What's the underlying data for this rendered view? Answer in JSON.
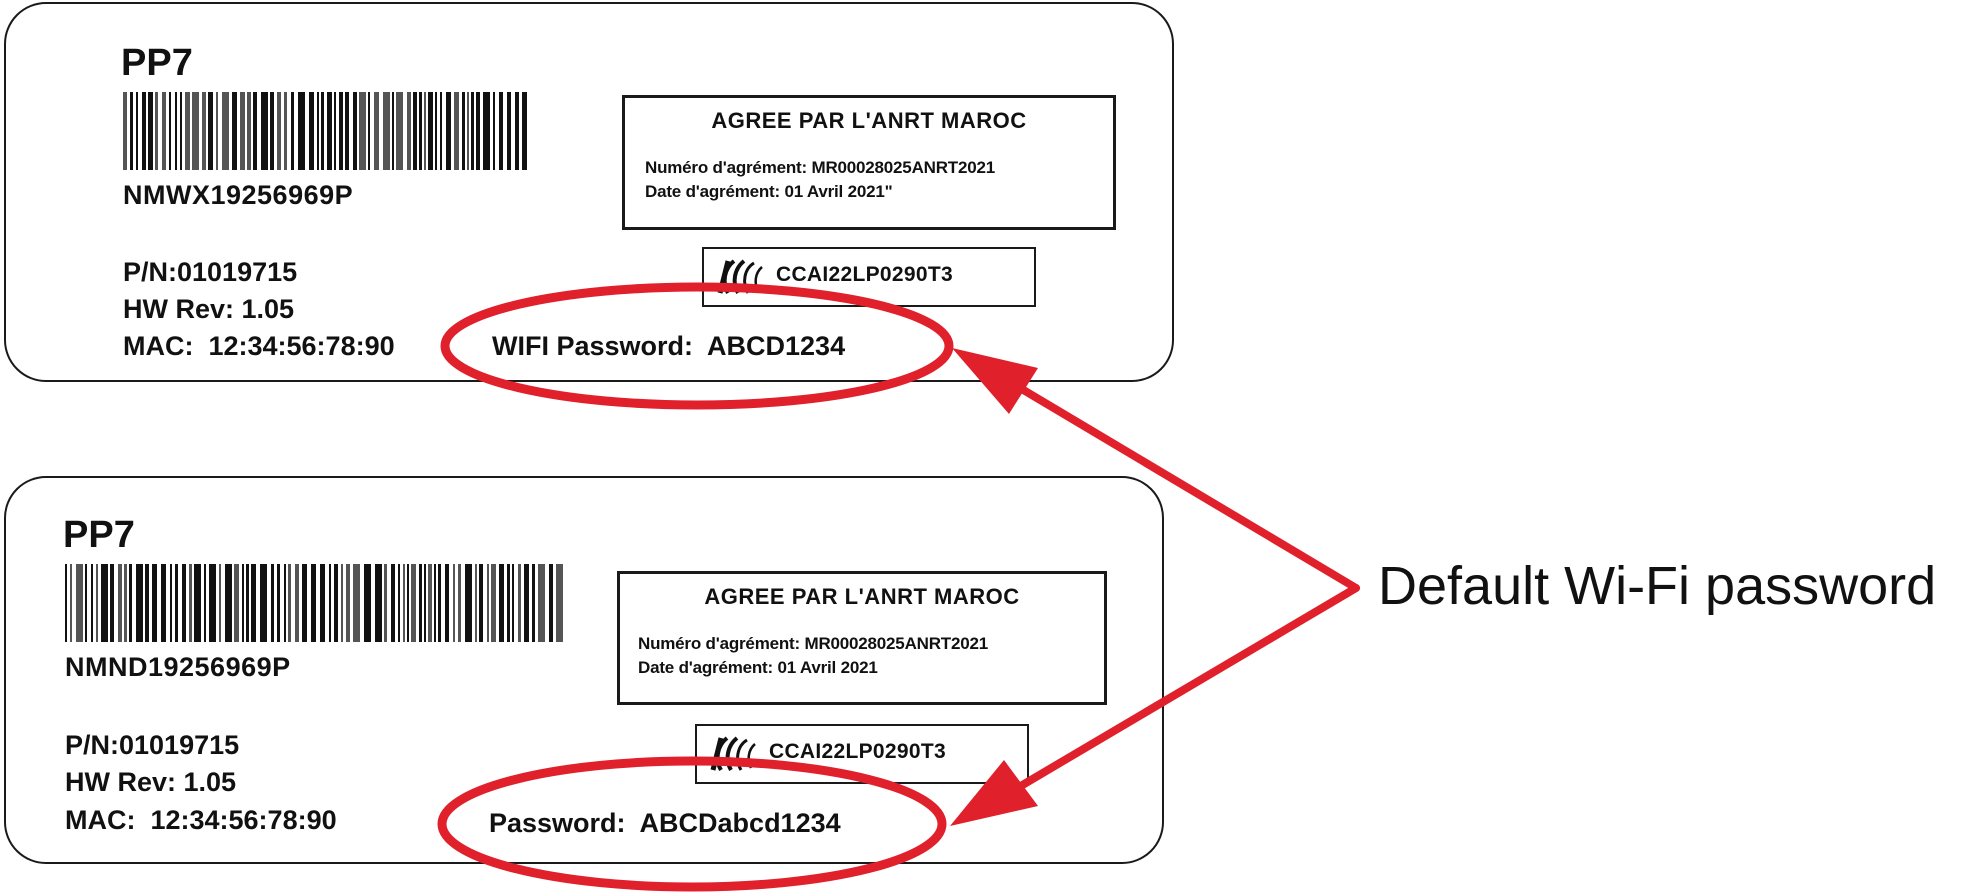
{
  "labels": [
    {
      "model": "PP7",
      "serial": "NMWX19256969P",
      "pn": "P/N:01019715",
      "hw_rev": "HW Rev: 1.05",
      "mac": "MAC:  12:34:56:78:90",
      "password_line": "WIFI Password:  ABCD1234",
      "approval": {
        "title": "AGREE PAR L'ANRT MAROC",
        "number_line": "Numéro d'agrément: MR00028025ANRT2021",
        "date_line": "Date d'agrément: 01 Avril 2021\""
      },
      "cert_code": "CCAI22LP0290T3"
    },
    {
      "model": "PP7",
      "serial": "NMND19256969P",
      "pn": "P/N:01019715",
      "hw_rev": "HW Rev: 1.05",
      "mac": "MAC:  12:34:56:78:90",
      "password_line": "Password:  ABCDabcd1234",
      "approval": {
        "title": "AGREE PAR L'ANRT MAROC",
        "number_line": "Numéro d'agrément: MR00028025ANRT2021",
        "date_line": "Date d'agrément: 01 Avril 2021"
      },
      "cert_code": "CCAI22LP0290T3"
    }
  ],
  "callout": {
    "text": "Default Wi-Fi password"
  },
  "colors": {
    "highlight": "#e0202a",
    "ink": "#111111"
  },
  "icons": {
    "cert_logo": "ncc-waves-logo"
  }
}
